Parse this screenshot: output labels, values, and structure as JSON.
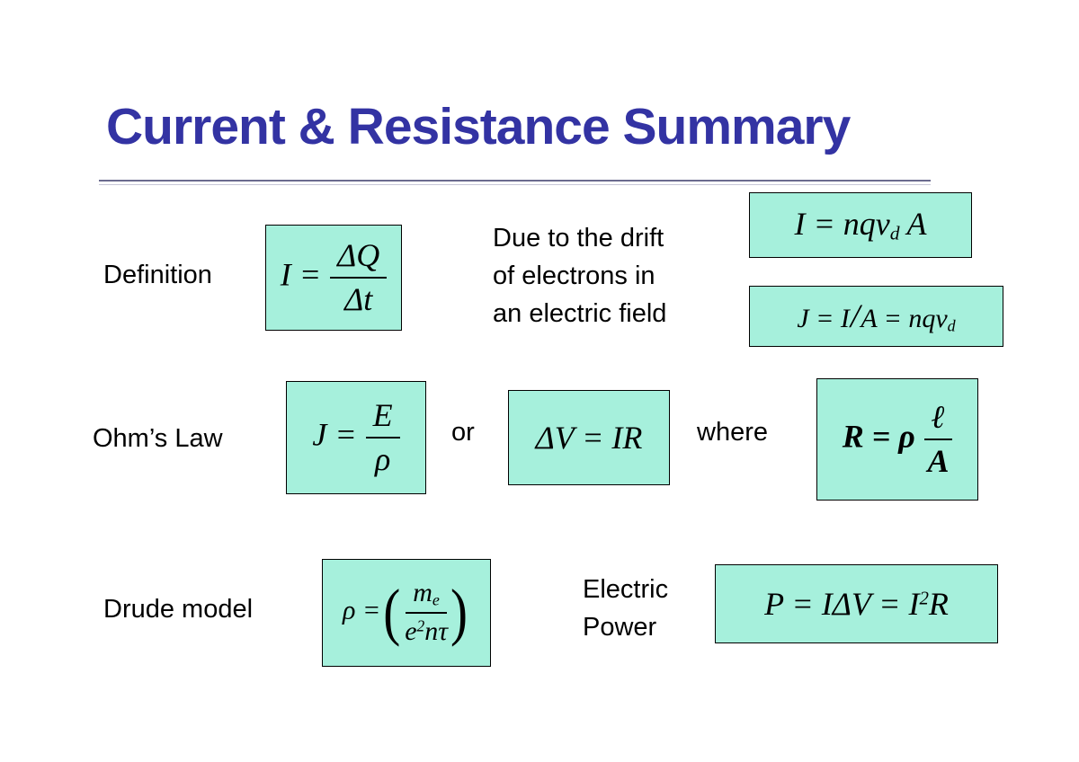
{
  "title": "Current & Resistance Summary",
  "colors": {
    "title_text": "#3333A3",
    "box_background": "#A6F0DC",
    "box_border": "#000000",
    "body_text": "#000000"
  },
  "definition": {
    "label": "Definition",
    "formula_lhs": "I =",
    "formula_num": "ΔQ",
    "formula_den": "Δt",
    "note_lines": [
      "Due to the drift",
      "of electrons in",
      "an electric field"
    ],
    "box_current": {
      "p1": "I = nqv",
      "sub": "d",
      "p2": "A"
    },
    "box_density": {
      "p1": "J = I",
      "slash": "/",
      "p2": "A = nqv",
      "sub": "d"
    }
  },
  "ohms": {
    "label": "Ohm’s Law",
    "j_lhs": "J =",
    "j_num": "E",
    "j_den": "ρ",
    "or_text": "or",
    "v_formula": "ΔV = IR",
    "where_text": "where",
    "r_lhs": "R = ρ",
    "r_num": "ℓ",
    "r_den": "A"
  },
  "drude": {
    "label": "Drude model",
    "lhs": "ρ =",
    "lparen": "(",
    "num_base": "m",
    "num_sub": "e",
    "den_base1": "e",
    "den_sup": "2",
    "den_base2": "nτ",
    "rparen": ")",
    "power_label_lines": [
      "Electric",
      "Power"
    ],
    "power": {
      "p1": "P = IΔV = I",
      "sup": "2",
      "p2": "R"
    }
  }
}
